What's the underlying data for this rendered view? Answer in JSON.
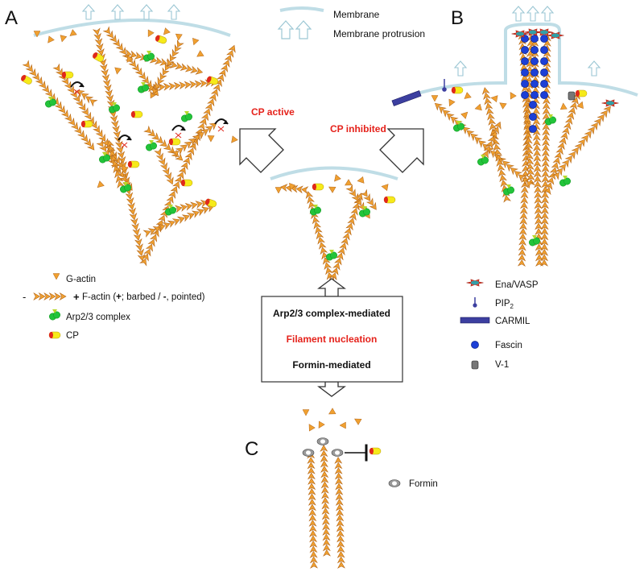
{
  "panels": {
    "a": "A",
    "b": "B",
    "c": "C"
  },
  "top_legend": {
    "membrane": "Membrane",
    "protrusion": "Membrane protrusion"
  },
  "transitions": {
    "cp_active": "CP active",
    "cp_inhibited": "CP inhibited"
  },
  "legend_left": {
    "minus": "-",
    "plus": "+",
    "g_actin": "G-actin",
    "f_actin_prefix": "F-actin (",
    "f_actin_plus": "+",
    "f_actin_mid": "; barbed / ",
    "f_actin_minus": "-",
    "f_actin_suffix": ", pointed)",
    "arp23": "Arp2/3 complex",
    "cp": "CP"
  },
  "legend_right": {
    "ena_vasp": "Ena/VASP",
    "pip2_base": "PIP",
    "pip2_sub": "2",
    "carmil": "CARMIL",
    "fascin": "Fascin",
    "v1": "V-1"
  },
  "center_box": {
    "line1": "Arp2/3 complex-mediated",
    "line2": "Filament nucleation",
    "line3": "Formin-mediated"
  },
  "formin_legend": "Formin",
  "colors": {
    "actin": "#f0a030",
    "actin_stroke": "#b5681a",
    "arp": "#22c43a",
    "cp_red": "#e0281c",
    "cp_yellow": "#f6ea1a",
    "membrane": "#bfdde6",
    "fascin": "#1c3fd6",
    "carmil": "#3c3fa0",
    "label_red": "#e5221b"
  }
}
